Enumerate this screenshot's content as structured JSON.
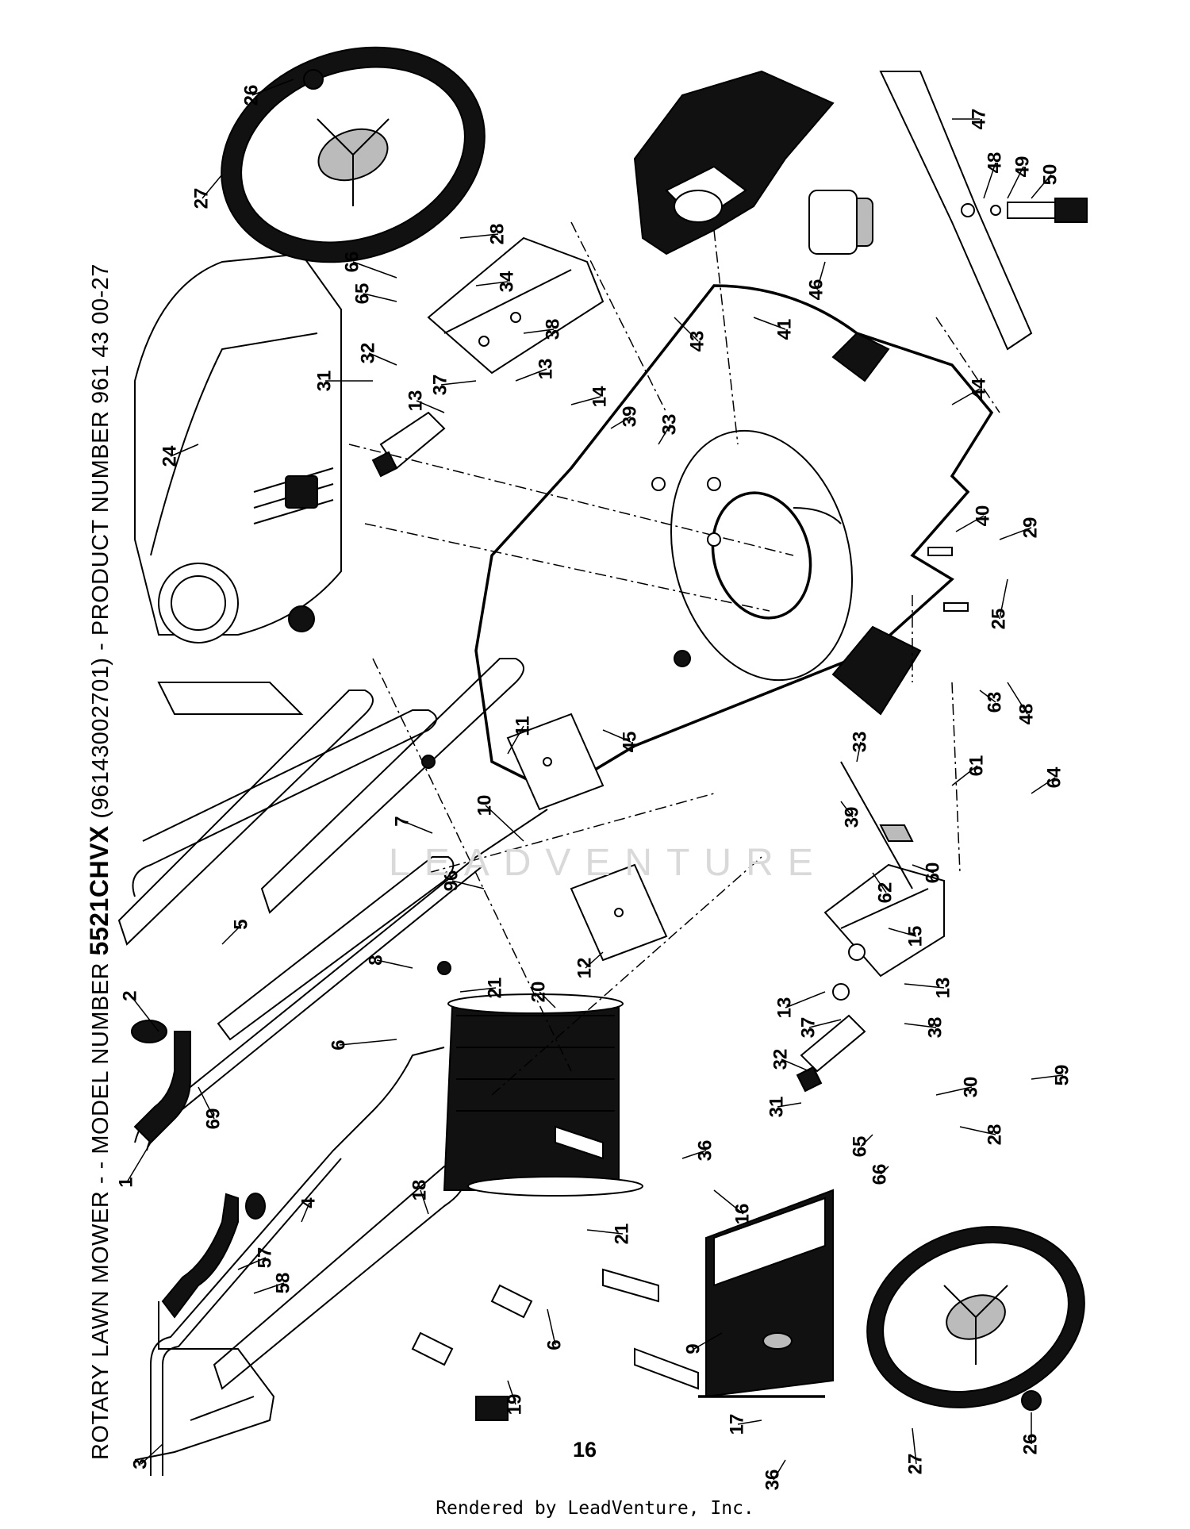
{
  "header": {
    "prefix": "ROTARY LAWN MOWER - - MODEL NUMBER ",
    "model": "5521CHVX",
    "suffix": " (96143002701) - PRODUCT NUMBER 961 43 00-27"
  },
  "page_number": "16",
  "watermark": "LEADVENTURE",
  "footer": "Rendered by LeadVenture, Inc.",
  "parts": [
    {
      "id": "p1",
      "label": "1"
    },
    {
      "id": "p2",
      "label": "2"
    },
    {
      "id": "p3",
      "label": "3"
    },
    {
      "id": "p4",
      "label": "4"
    },
    {
      "id": "p5",
      "label": "5"
    },
    {
      "id": "p6a",
      "label": "6"
    },
    {
      "id": "p6b",
      "label": "6"
    },
    {
      "id": "p7",
      "label": "7"
    },
    {
      "id": "p8",
      "label": "8"
    },
    {
      "id": "p9",
      "label": "9"
    },
    {
      "id": "p10",
      "label": "10"
    },
    {
      "id": "p11",
      "label": "11"
    },
    {
      "id": "p12",
      "label": "12"
    },
    {
      "id": "p13a",
      "label": "13"
    },
    {
      "id": "p13b",
      "label": "13"
    },
    {
      "id": "p13c",
      "label": "13"
    },
    {
      "id": "p13d",
      "label": "13"
    },
    {
      "id": "p14",
      "label": "14"
    },
    {
      "id": "p15",
      "label": "15"
    },
    {
      "id": "p16",
      "label": "16"
    },
    {
      "id": "p17",
      "label": "17"
    },
    {
      "id": "p18",
      "label": "18"
    },
    {
      "id": "p19",
      "label": "19"
    },
    {
      "id": "p20",
      "label": "20"
    },
    {
      "id": "p21a",
      "label": "21"
    },
    {
      "id": "p21b",
      "label": "21"
    },
    {
      "id": "p24",
      "label": "24"
    },
    {
      "id": "p25",
      "label": "25"
    },
    {
      "id": "p26a",
      "label": "26"
    },
    {
      "id": "p26b",
      "label": "26"
    },
    {
      "id": "p27a",
      "label": "27"
    },
    {
      "id": "p27b",
      "label": "27"
    },
    {
      "id": "p28a",
      "label": "28"
    },
    {
      "id": "p28b",
      "label": "28"
    },
    {
      "id": "p29",
      "label": "29"
    },
    {
      "id": "p30",
      "label": "30"
    },
    {
      "id": "p31a",
      "label": "31"
    },
    {
      "id": "p31b",
      "label": "31"
    },
    {
      "id": "p32a",
      "label": "32"
    },
    {
      "id": "p32b",
      "label": "32"
    },
    {
      "id": "p33a",
      "label": "33"
    },
    {
      "id": "p33b",
      "label": "33"
    },
    {
      "id": "p34",
      "label": "34"
    },
    {
      "id": "p36a",
      "label": "36"
    },
    {
      "id": "p36b",
      "label": "36"
    },
    {
      "id": "p37a",
      "label": "37"
    },
    {
      "id": "p37b",
      "label": "37"
    },
    {
      "id": "p38a",
      "label": "38"
    },
    {
      "id": "p38b",
      "label": "38"
    },
    {
      "id": "p39a",
      "label": "39"
    },
    {
      "id": "p39b",
      "label": "39"
    },
    {
      "id": "p40",
      "label": "40"
    },
    {
      "id": "p41",
      "label": "41"
    },
    {
      "id": "p43",
      "label": "43"
    },
    {
      "id": "p44",
      "label": "44"
    },
    {
      "id": "p45",
      "label": "45"
    },
    {
      "id": "p46",
      "label": "46"
    },
    {
      "id": "p47",
      "label": "47"
    },
    {
      "id": "p48a",
      "label": "48"
    },
    {
      "id": "p48b",
      "label": "48"
    },
    {
      "id": "p49",
      "label": "49"
    },
    {
      "id": "p50",
      "label": "50"
    },
    {
      "id": "p57",
      "label": "57"
    },
    {
      "id": "p58",
      "label": "58"
    },
    {
      "id": "p59",
      "label": "59"
    },
    {
      "id": "p60",
      "label": "60"
    },
    {
      "id": "p61",
      "label": "61"
    },
    {
      "id": "p62",
      "label": "62"
    },
    {
      "id": "p63",
      "label": "63"
    },
    {
      "id": "p64",
      "label": "64"
    },
    {
      "id": "p65a",
      "label": "65"
    },
    {
      "id": "p65b",
      "label": "65"
    },
    {
      "id": "p66a",
      "label": "66"
    },
    {
      "id": "p66b",
      "label": "66"
    },
    {
      "id": "p69",
      "label": "69"
    },
    {
      "id": "p96",
      "label": "96"
    }
  ]
}
